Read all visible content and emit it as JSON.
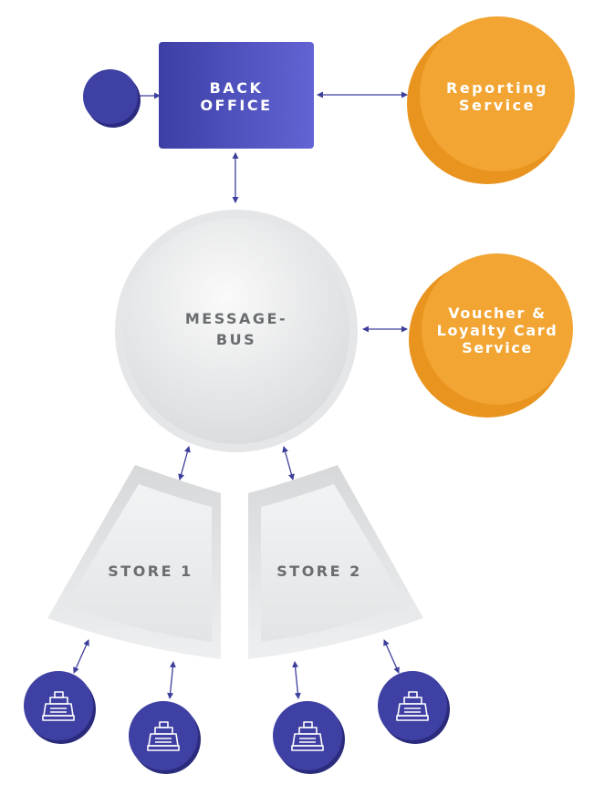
{
  "back_office": {
    "line1": "BACK",
    "line2": "OFFICE"
  },
  "reporting": {
    "line1": "Reporting",
    "line2": "Service"
  },
  "message_bus": {
    "line1": "MESSAGE-",
    "line2": "BUS"
  },
  "voucher": {
    "line1": "Voucher &",
    "line2": "Loyalty Card",
    "line3": "Service"
  },
  "stores": [
    {
      "label": "STORE 1"
    },
    {
      "label": "STORE 2"
    }
  ],
  "colors": {
    "indigo": "#4a4bb3",
    "orange": "#f0a02c",
    "grey": "#e6e8e9",
    "arrow": "#3e3f9a"
  },
  "icons": {
    "register": "cash-register-icon"
  }
}
